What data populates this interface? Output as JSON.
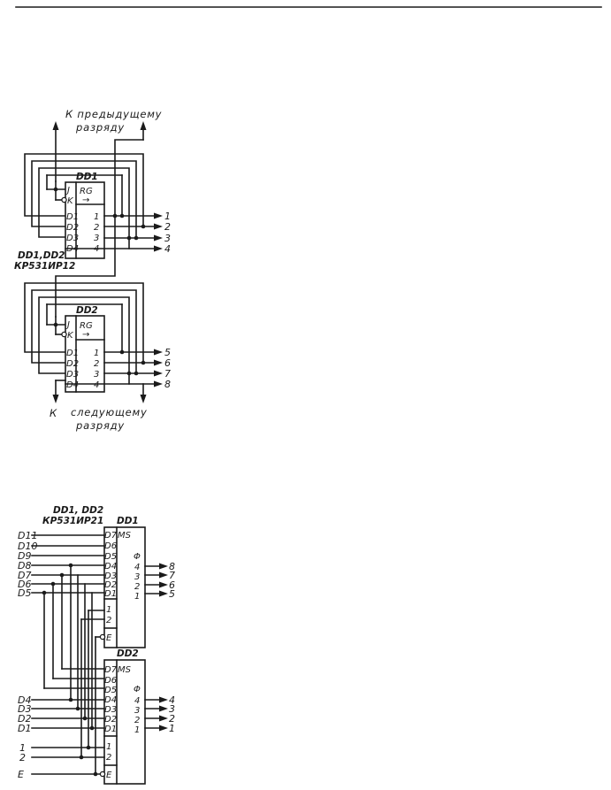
{
  "top_rule": true,
  "fig1": {
    "caption_top": [
      "К предыдущему",
      "разряду"
    ],
    "caption_bottom_left": "К",
    "caption_bottom": [
      "следующему",
      "разряду"
    ],
    "chip_note": [
      "DD1,DD2",
      "КР531ИР12"
    ],
    "dd1": {
      "name": "DD1",
      "fn": "RG",
      "left_pins": [
        "J",
        "K",
        "D1",
        "D2",
        "D3",
        "D4"
      ],
      "right_pins": [
        "1",
        "2",
        "3",
        "4"
      ],
      "outputs": [
        "1",
        "2",
        "3",
        "4"
      ]
    },
    "dd2": {
      "name": "DD2",
      "fn": "RG",
      "left_pins": [
        "J",
        "K",
        "D1",
        "D2",
        "D3",
        "D4"
      ],
      "right_pins": [
        "1",
        "2",
        "3",
        "4"
      ],
      "outputs": [
        "5",
        "6",
        "7",
        "8"
      ]
    }
  },
  "fig2": {
    "chip_note": [
      "DD1, DD2",
      "КР531ИР21"
    ],
    "dd1": {
      "name": "DD1",
      "fn": "MS",
      "inputs": [
        "D11",
        "D10",
        "D9",
        "D8",
        "D7",
        "D6",
        "D5"
      ],
      "left_pins": [
        "D7",
        "D6",
        "D5",
        "D4",
        "D3",
        "D2",
        "D1",
        "1",
        "2",
        "E"
      ],
      "right_pins": [
        "4",
        "3",
        "2",
        "1"
      ],
      "outputs": [
        "8",
        "7",
        "6",
        "5"
      ]
    },
    "dd2": {
      "name": "DD2",
      "fn": "MS",
      "inputs": [
        "D4",
        "D3",
        "D2",
        "D1"
      ],
      "left_pins": [
        "D7",
        "D6",
        "D5",
        "D4",
        "D3",
        "D2",
        "D1",
        "1",
        "2",
        "E"
      ],
      "right_pins": [
        "4",
        "3",
        "2",
        "1"
      ],
      "outputs": [
        "4",
        "3",
        "2",
        "1"
      ]
    },
    "control_inputs": [
      "1",
      "2",
      "E"
    ]
  }
}
